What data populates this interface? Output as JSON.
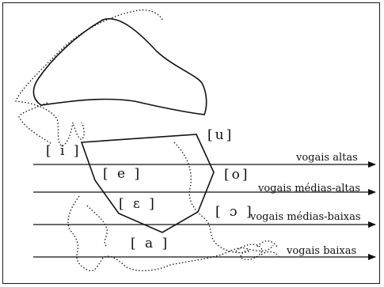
{
  "vowels": {
    "i": "[ i ]",
    "u": "[u]",
    "e": "[ e ]",
    "o": "[o]",
    "open_e": "[ ɛ ]",
    "open_o": "[ ɔ ]",
    "a": "[ a ]"
  },
  "rows": {
    "high": "vogais altas",
    "mid_high": "vogais médias-altas",
    "mid_low": "vogais médias-baixas",
    "low": "vogais baixas"
  },
  "colors": {
    "ink": "#111111",
    "background": "#ffffff"
  }
}
